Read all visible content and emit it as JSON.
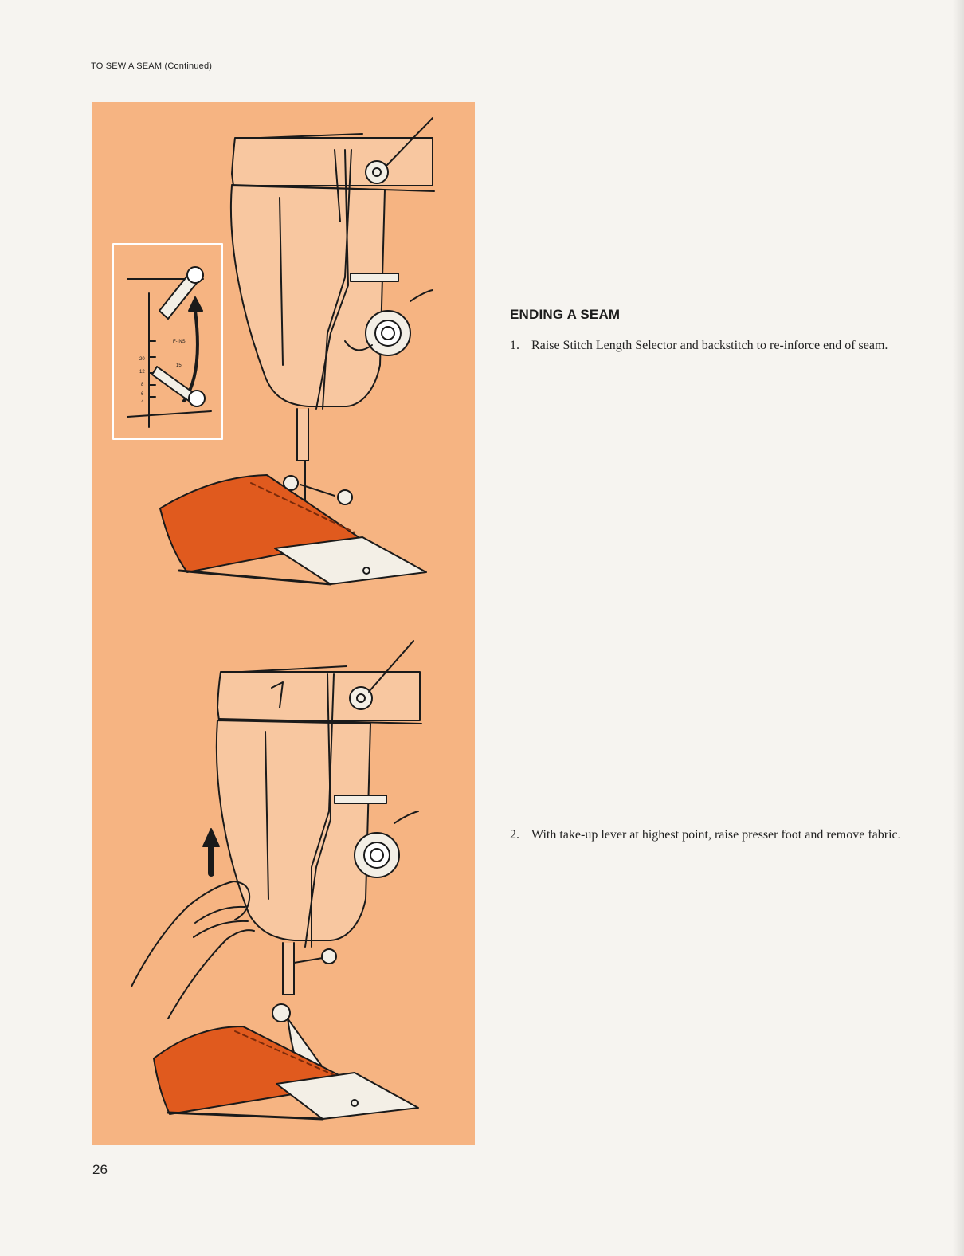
{
  "running_head": "TO SEW A SEAM (Continued)",
  "section": {
    "heading": "ENDING A SEAM"
  },
  "steps": [
    {
      "number": "1.",
      "text": "Raise Stitch Length Selector and backstitch to re-inforce end of seam."
    },
    {
      "number": "2.",
      "text": "With take-up lever at highest point, raise presser foot and remove fabric."
    }
  ],
  "page_number": "26",
  "inset_dial_labels": [
    "20",
    "12",
    "8",
    "6",
    "4",
    "F-INS",
    "15"
  ],
  "colors": {
    "panel_background": "#f6b482",
    "fabric": "#e05a1e",
    "line_art": "#1a1a1a"
  }
}
